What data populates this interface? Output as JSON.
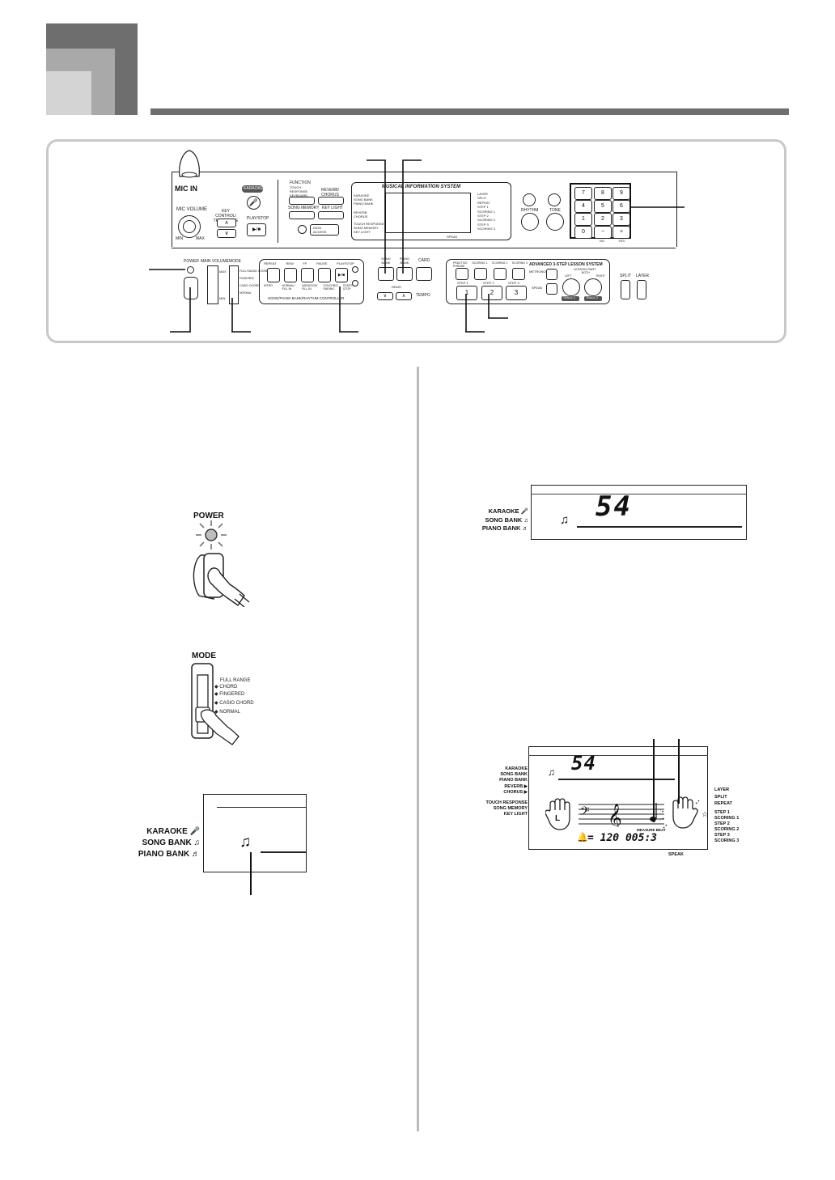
{
  "header": {
    "tab_colors": [
      "#6e6e6e",
      "#a9a9a9",
      "#d4d4d4"
    ],
    "rule_color": "#6e6e6e"
  },
  "panel": {
    "mic_in": "MIC IN",
    "mic_volume": "MIC VOLUME",
    "mic_min": "MIN",
    "mic_max": "MAX",
    "karaoke": "KARAOKE",
    "key_control": "KEY CONTROL/ TRANSPOSE",
    "play_stop": "PLAY/STOP",
    "function": "FUNCTION",
    "function_sub": "TOUCH RESPONSE KEYBOARD CHANNEL MIDI",
    "reverb_chorus": "REVERB/ CHORUS",
    "song_memory": "SONG MEMORY",
    "key_light": "KEY LIGHT",
    "data_access": "DATA ACCESS",
    "mis_title": "MUSICAL INFORMATION SYSTEM",
    "speak": "SPEAK",
    "lcd_left": [
      "KARAOKE",
      "SONG BANK",
      "PIANO BANK",
      "REVERB",
      "CHORUS",
      "TOUCH RESPONSE",
      "SONG MEMORY",
      "KEY LIGHT"
    ],
    "lcd_right": [
      "LAYER",
      "SPLIT",
      "REPEAT",
      "STEP 1",
      "SCORING 1",
      "STEP 2",
      "SCORING 2",
      "STEP 3",
      "SCORING 3"
    ],
    "rhythm": "RHYTHM",
    "tone": "TONE",
    "numpad": [
      "7",
      "8",
      "9",
      "4",
      "5",
      "6",
      "1",
      "2",
      "3",
      "0",
      "−",
      "+"
    ],
    "no": "NO",
    "yes": "YES",
    "power": "POWER",
    "main_volume": "MAIN VOLUME",
    "mode": "MODE",
    "vol_max": "MAX",
    "vol_min": "MIN",
    "mode_options_small": [
      "FULL RANGE CHORD",
      "FINGERED",
      "CASIO CHORD",
      "NORMAL"
    ],
    "controller_top": [
      "REPEAT",
      "REW",
      "FF",
      "PAUSE",
      "PLAY/STOP"
    ],
    "controller_bottom": [
      "INTRO",
      "NORMAL/ FILL-IN",
      "VARIATION/ FILL-IN",
      "SYNCHRO/ ENDING",
      "START/ STOP"
    ],
    "controller_title": "SONG/PIANO BANK/RHYTHM CONTROLLER",
    "song_bank": "SONG BANK",
    "piano_bank": "PIANO BANK",
    "card": "CARD",
    "demo": "DEMO",
    "tempo": "TEMPO",
    "lesson_top": [
      "PRACTICE PHRASE",
      "SCORING 1",
      "SCORING 2",
      "SCORING 3"
    ],
    "lesson_title": "ADVANCED 3-STEP LESSON SYSTEM",
    "metronome": "METRONOME",
    "speak_btn": "SPEAK",
    "lesson_part": "LESSON PART",
    "both": "BOTH",
    "left": "LEFT",
    "right": "RIGHT",
    "track1": "TRACK 1",
    "track2": "TRACK 2",
    "steps": [
      "STEP 1",
      "STEP 2",
      "STEP 3"
    ],
    "step_nums": [
      "1",
      "2",
      "3"
    ],
    "split": "SPLIT",
    "layer": "LAYER"
  },
  "left_col": {
    "power_label": "POWER",
    "mode_label": "MODE",
    "mode_options": [
      "FULL RANGE",
      "CHORD",
      "FINGERED",
      "CASIO CHORD",
      "NORMAL"
    ],
    "indicators": [
      "KARAOKE",
      "SONG BANK",
      "PIANO BANK"
    ]
  },
  "right_col": {
    "indicators": [
      "KARAOKE",
      "SONG BANK",
      "PIANO BANK"
    ],
    "song_number": "54",
    "big_left": [
      "KARAOKE",
      "SONG BANK",
      "PIANO BANK",
      "REVERB",
      "CHORUS",
      "TOUCH RESPONSE",
      "SONG MEMORY",
      "KEY LIGHT"
    ],
    "big_right": [
      "LAYER",
      "SPLIT",
      "REPEAT",
      "STEP 1",
      "SCORING 1",
      "STEP 2",
      "SCORING 2",
      "STEP 3",
      "SCORING 3"
    ],
    "hand_left": "L",
    "measure_beat": "MEASURE BEAT",
    "tempo_readout": "= 120 005:3",
    "speak": "SPEAK"
  }
}
